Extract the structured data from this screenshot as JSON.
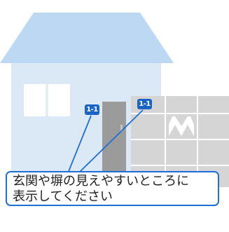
{
  "labels": {
    "door_plate_id": "1-1",
    "wall_plate_id": "1-1"
  },
  "callout": {
    "text": "玄関や塀の見えやすいところに\n表示してください"
  },
  "colors": {
    "roof": "#bcd8f3",
    "house_wall": "#dbe8f6",
    "window": "#ffffff",
    "door": "#9b9b9b",
    "wall_tile": "#d5d5d5",
    "wall_grout": "#ffffff",
    "accent": "#1e6fd6"
  }
}
